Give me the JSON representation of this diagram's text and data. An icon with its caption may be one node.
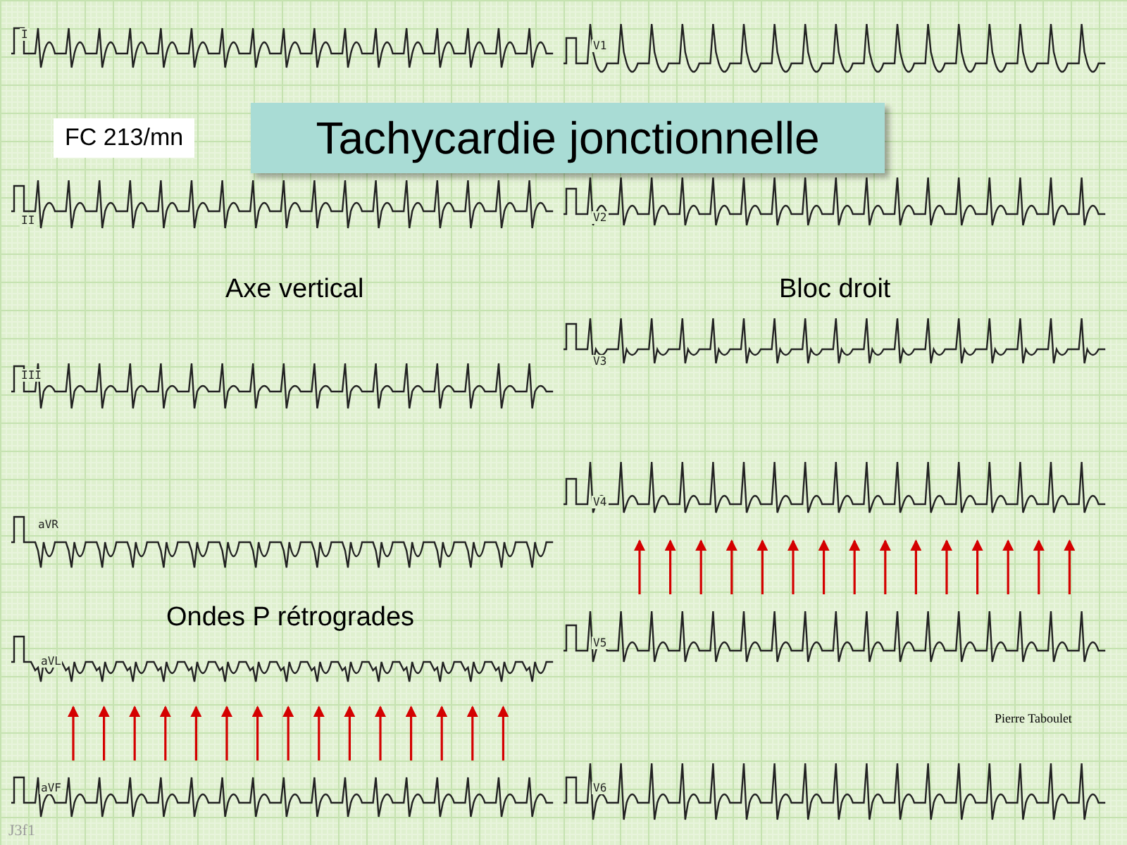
{
  "diagram": {
    "title": "Tachycardie jonctionnelle",
    "labels": [
      "I",
      "V1",
      "FC 213/mn",
      "II",
      "V2",
      "Axe vertical",
      "Bloc droit",
      "III",
      "V3",
      "aVR",
      "V4",
      "Ondes P rétrogrades",
      "aVL",
      "V5",
      "Pierre Taboulet",
      "aVF",
      "V6",
      "J3f1"
    ]
  }
}
